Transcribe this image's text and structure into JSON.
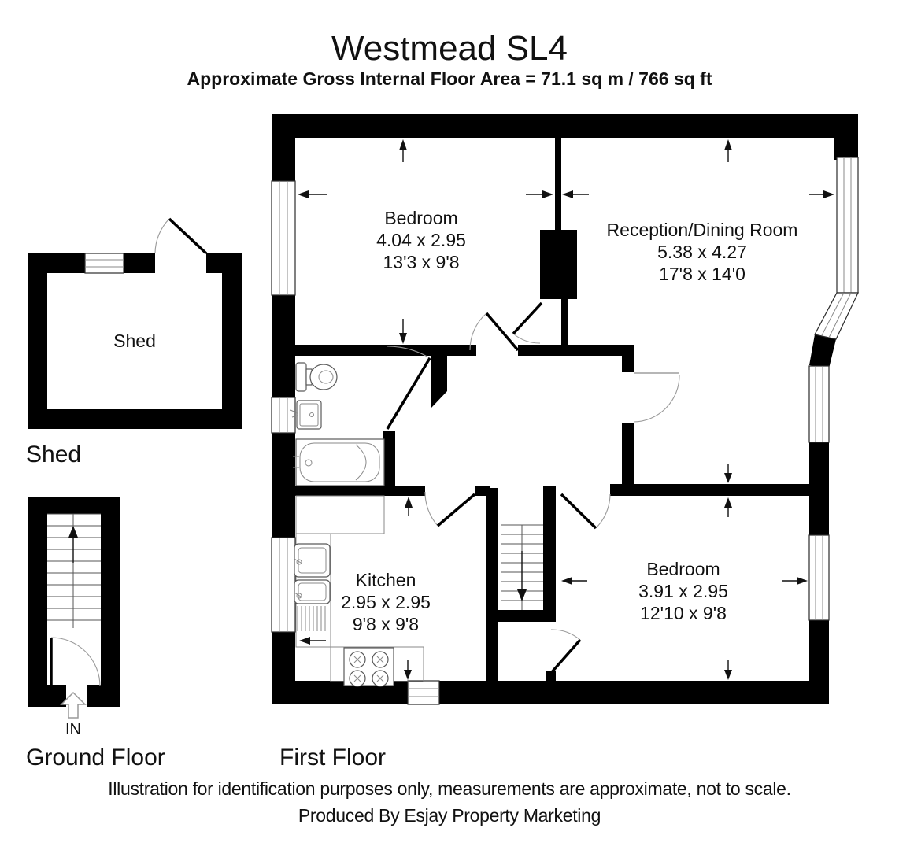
{
  "title": "Westmead SL4",
  "subtitle": "Approximate Gross Internal Floor Area = 71.1 sq m / 766 sq ft",
  "first_floor": {
    "caption": "First Floor",
    "rooms": {
      "bedroom1": {
        "name": "Bedroom",
        "metric": "4.04 x 2.95",
        "imperial": "13'3 x 9'8"
      },
      "reception": {
        "name": "Reception/Dining Room",
        "metric": "5.38 x 4.27",
        "imperial": "17'8 x 14'0"
      },
      "kitchen": {
        "name": "Kitchen",
        "metric": "2.95 x 2.95",
        "imperial": "9'8 x 9'8"
      },
      "bedroom2": {
        "name": "Bedroom",
        "metric": "3.91 x 2.95",
        "imperial": "12'10 x 9'8"
      }
    }
  },
  "ground_floor": {
    "caption": "Ground Floor",
    "entrance_label": "IN"
  },
  "shed": {
    "room_label": "Shed",
    "caption": "Shed"
  },
  "footer": {
    "disclaimer": "Illustration for identification purposes only, measurements are approximate, not to scale.",
    "producer": "Produced By Esjay Property Marketing"
  },
  "colors": {
    "walls": "#000000",
    "background": "#ffffff",
    "fixture_line": "#5a5a5a",
    "door_arc": "#9a9a9a"
  }
}
